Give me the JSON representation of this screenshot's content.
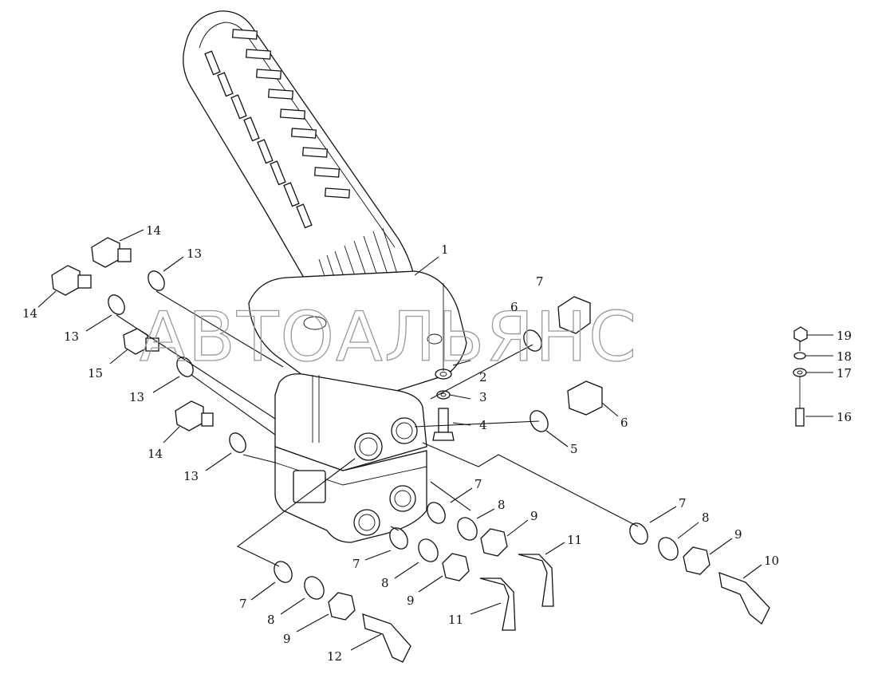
{
  "watermark": "АВТОАЛЬЯНС",
  "callouts": [
    "1",
    "2",
    "3",
    "4",
    "5",
    "6",
    "6",
    "7",
    "7",
    "7",
    "7",
    "7",
    "8",
    "8",
    "8",
    "8",
    "9",
    "9",
    "9",
    "9",
    "10",
    "11",
    "11",
    "12",
    "13",
    "13",
    "13",
    "13",
    "14",
    "14",
    "14",
    "15",
    "16",
    "17",
    "18",
    "19"
  ]
}
